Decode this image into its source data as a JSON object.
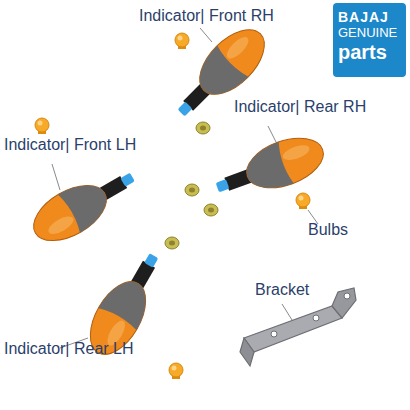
{
  "diagram": {
    "nodes": [
      {
        "text": [
          "BAJAJ",
          "GENUINE",
          "parts"
        ]
      }
    ],
    "labels": [
      "Indicator| Front RH",
      "Indicator| Rear RH",
      "Indicator| Front LH",
      "Bulbs",
      "Bracket",
      "Indicator| Rear LH"
    ]
  }
}
